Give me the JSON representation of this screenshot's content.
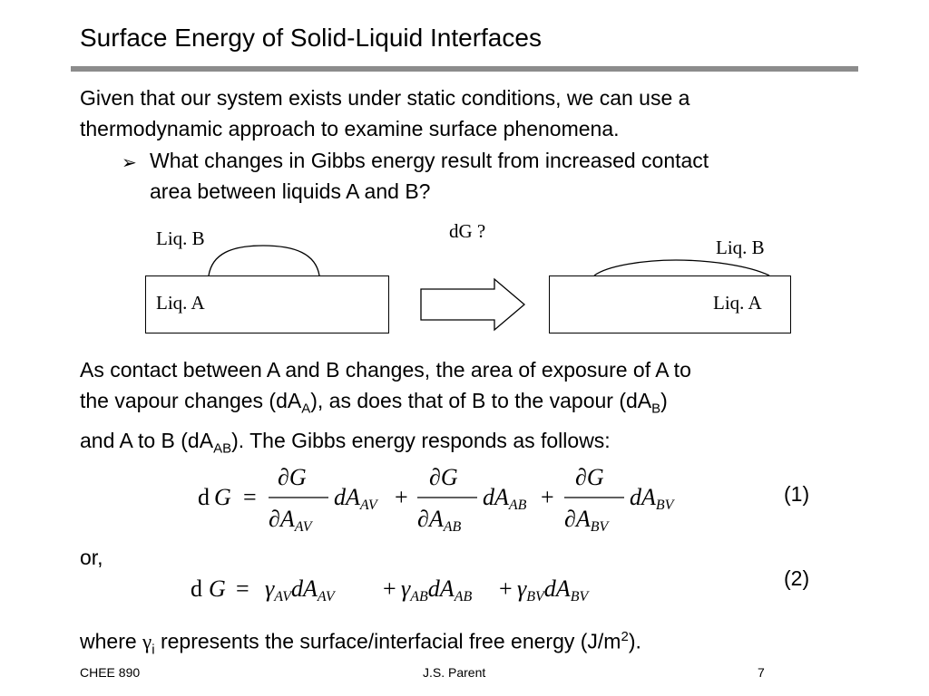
{
  "title": "Surface Energy of Solid-Liquid Interfaces",
  "intro": {
    "line1": "Given that our system exists under static conditions, we can use a",
    "line2": "thermodynamic approach to examine surface phenomena."
  },
  "bullet": {
    "line1": "What changes in Gibbs energy result from increased contact",
    "line2": "area between liquids A and B?"
  },
  "diagram": {
    "left_top_label": "Liq. B",
    "left_box_label": "Liq. A",
    "arrow_label": "dG ?",
    "right_top_label": "Liq. B",
    "right_box_label": "Liq. A"
  },
  "body": {
    "line1": "As contact between A and B changes, the area of exposure of A to",
    "line2_a": "the vapour changes (dA",
    "line2_sub1": "A",
    "line2_b": "), as does that of B to the vapour (dA",
    "line2_sub2": "B",
    "line2_c": ")",
    "line3_a": "and A to B (dA",
    "line3_sub": "AB",
    "line3_b": ").  The Gibbs energy responds as follows:"
  },
  "eq1_number": "(1)",
  "or_text": "or,",
  "eq2_number": "(2)",
  "where": {
    "before": "where ",
    "gamma": "γ",
    "sub": "i",
    "after": " represents the surface/interfacial free energy (J/m",
    "sup": "2",
    "end": ")."
  },
  "footer": {
    "left": "CHEE 890",
    "center": "J.S. Parent",
    "right": "7"
  }
}
